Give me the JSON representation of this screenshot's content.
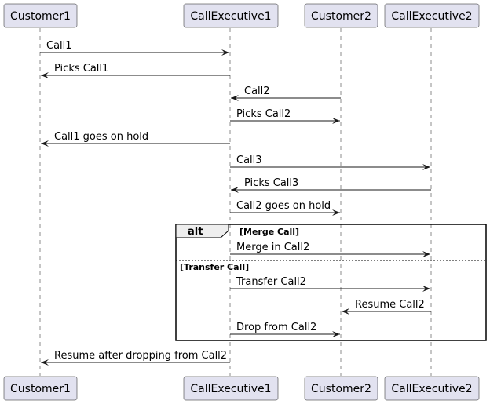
{
  "participants": [
    {
      "id": "c1",
      "label": "Customer1"
    },
    {
      "id": "e1",
      "label": "CallExecutive1"
    },
    {
      "id": "c2",
      "label": "Customer2"
    },
    {
      "id": "e2",
      "label": "CallExecutive2"
    }
  ],
  "messages": [
    {
      "from": "c1",
      "to": "e1",
      "label": "Call1"
    },
    {
      "from": "e1",
      "to": "c1",
      "label": "Picks Call1"
    },
    {
      "from": "c2",
      "to": "e1",
      "label": "Call2"
    },
    {
      "from": "e1",
      "to": "c2",
      "label": "Picks Call2"
    },
    {
      "from": "e1",
      "to": "c1",
      "label": "Call1 goes on hold"
    },
    {
      "from": "e1",
      "to": "e2",
      "label": "Call3"
    },
    {
      "from": "e2",
      "to": "e1",
      "label": "Picks Call3"
    },
    {
      "from": "e1",
      "to": "c2",
      "label": "Call2 goes on hold"
    },
    {
      "from": "e1",
      "to": "e2",
      "label": "Merge in Call2"
    },
    {
      "from": "e1",
      "to": "e2",
      "label": "Transfer Call2"
    },
    {
      "from": "e2",
      "to": "c2",
      "label": "Resume Call2"
    },
    {
      "from": "e1",
      "to": "c2",
      "label": "Drop from Call2"
    },
    {
      "from": "e1",
      "to": "c1",
      "label": "Resume after dropping from Call2"
    }
  ],
  "alt": {
    "keyword": "alt",
    "guard1": "[Merge Call]",
    "guard2": "[Transfer Call]"
  }
}
